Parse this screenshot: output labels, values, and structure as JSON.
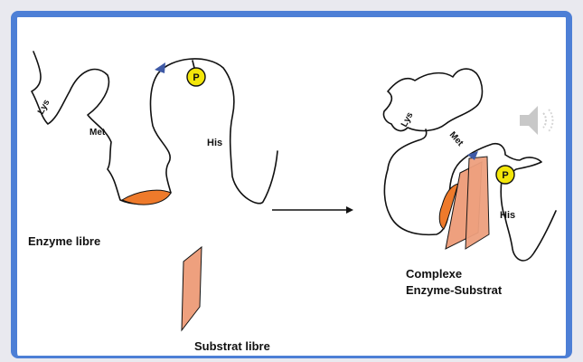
{
  "labels": {
    "lys_left": "Lys",
    "met_left": "Met",
    "his_left": "His",
    "p_left": "P",
    "enzyme_libre": "Enzyme libre",
    "substrat_libre": "Substrat libre",
    "lys_right": "Lys",
    "met_right": "Met",
    "his_right": "His",
    "p_right": "P",
    "complexe_line1": "Complexe",
    "complexe_line2": "Enzyme-Substrat"
  },
  "colors": {
    "frame_border": "#4d7fd6",
    "active_site": "#ee7a2b",
    "substrate": "#eea07e",
    "phosphate": "#f3e60a",
    "triangle_marker": "#3f5aa6"
  },
  "icons": {
    "speaker": "speaker-icon"
  }
}
